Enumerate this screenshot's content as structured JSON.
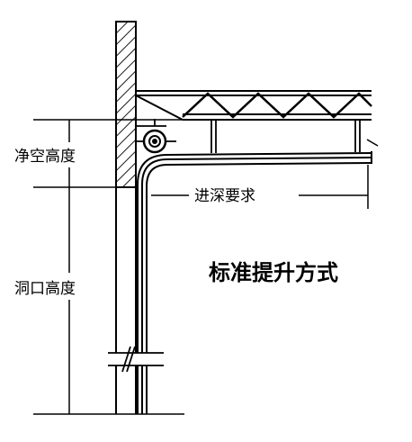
{
  "labels": {
    "clear_height": "净空高度",
    "opening_height": "洞口高度",
    "depth_requirement": "进深要求",
    "title": "标准提升方式"
  },
  "colors": {
    "line": "#000000",
    "background": "#ffffff"
  },
  "icons": {
    "torsion_drum": "circle-roller-icon",
    "wall_section": "hatched-wall"
  }
}
